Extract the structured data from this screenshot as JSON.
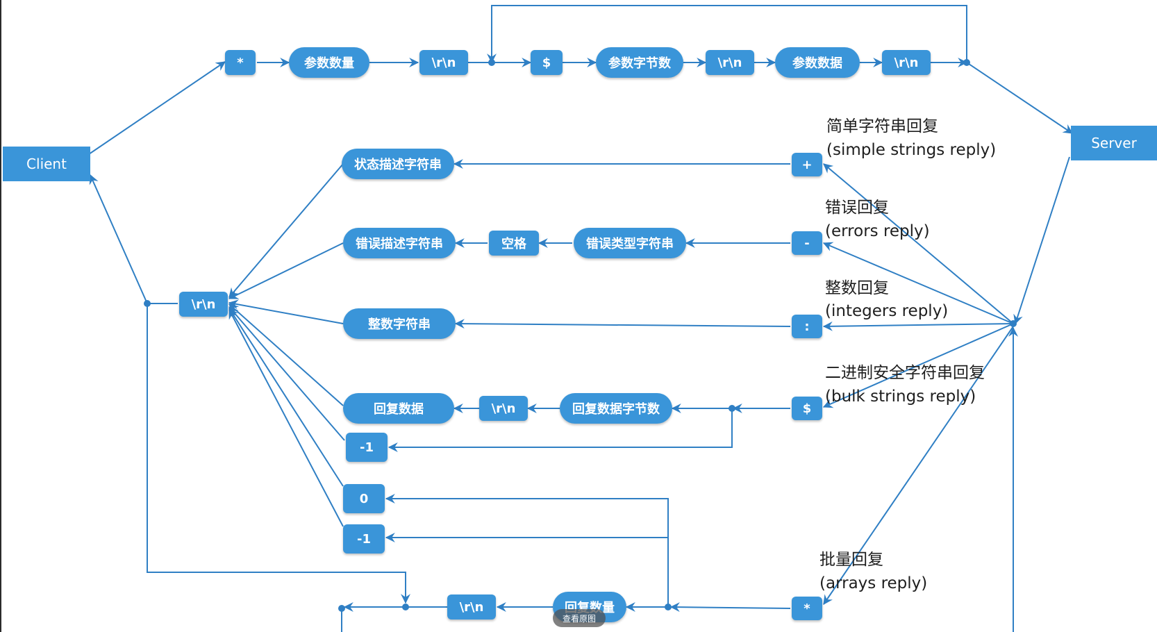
{
  "colors": {
    "node": "#3a95d9",
    "line": "#2f7fc4",
    "text": "#1e1e1e"
  },
  "nodes": {
    "client": "Client",
    "server": "Server",
    "req_star": "*",
    "req_arg_count": "参数数量",
    "req_crlf_1": "\\r\\n",
    "req_dollar": "$",
    "req_arg_bytes": "参数字节数",
    "req_crlf_2": "\\r\\n",
    "req_arg_data": "参数数据",
    "req_crlf_3": "\\r\\n",
    "reply_plus": "+",
    "reply_minus": "-",
    "reply_colon": ":",
    "reply_dollar": "$",
    "reply_star": "*",
    "status_string": "状态描述字符串",
    "error_desc": "错误描述字符串",
    "space": "空格",
    "error_type": "错误类型字符串",
    "integer_string": "整数字符串",
    "reply_data": "回复数据",
    "reply_crlf": "\\r\\n",
    "reply_data_bytes": "回复数据字节数",
    "bulk_neg1": "-1",
    "arr_zero": "0",
    "arr_neg1": "-1",
    "client_crlf": "\\r\\n",
    "bottom_crlf": "\\r\\n",
    "reply_count": "回复数量"
  },
  "labels": {
    "simple_cn": "简单字符串回复",
    "simple_en": "(simple strings reply)",
    "errors_cn": "错误回复",
    "errors_en": "(errors reply)",
    "integers_cn": "整数回复",
    "integers_en": "(integers reply)",
    "bulk_cn": "二进制安全字符串回复",
    "bulk_en": "(bulk strings reply)",
    "arrays_cn": "批量回复",
    "arrays_en": "(arrays reply)"
  },
  "overlay": "查看原图"
}
